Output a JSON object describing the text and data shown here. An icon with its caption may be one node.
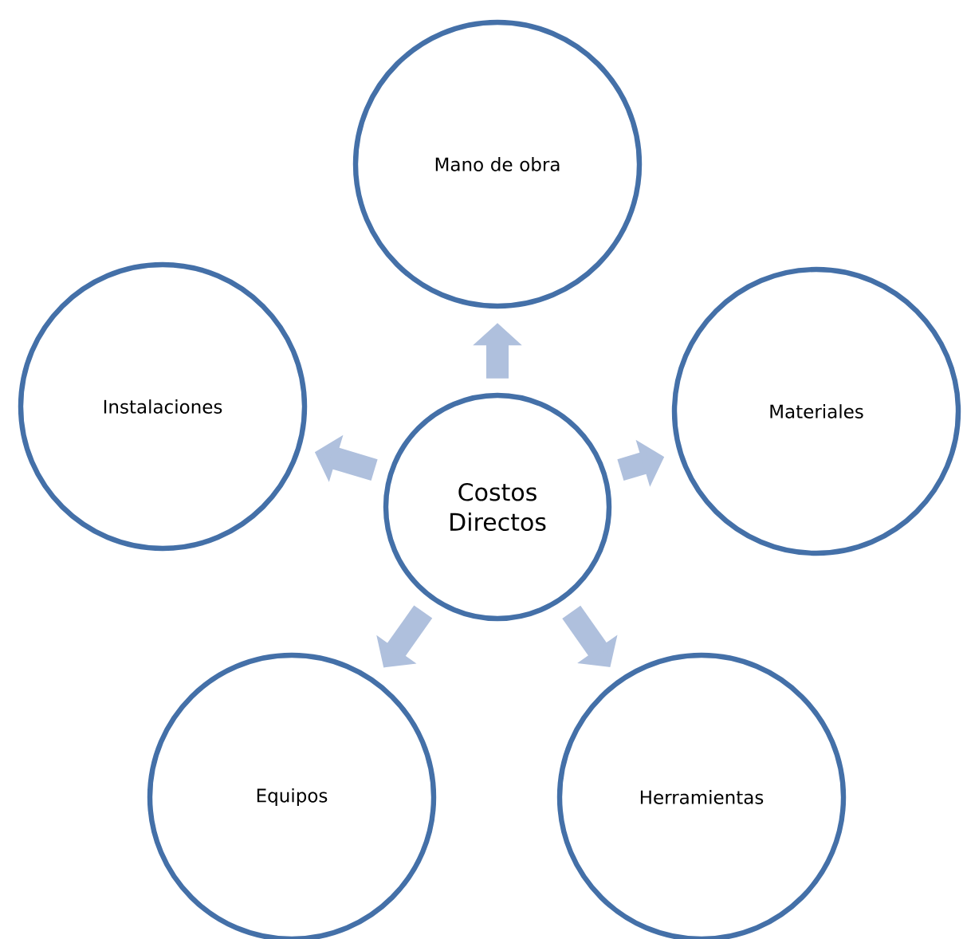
{
  "diagram": {
    "nodes": [
      {
        "text": [
          "Costos Directos"
        ]
      },
      {
        "text": [
          "Mano de obra"
        ]
      },
      {
        "text": [
          "Materiales"
        ]
      },
      {
        "text": [
          "Herramientas"
        ]
      },
      {
        "text": [
          "Equipos"
        ]
      },
      {
        "text": [
          "Instalaciones"
        ]
      }
    ],
    "edges": [
      {
        "from": 0,
        "to": 1,
        "arrow": "to"
      },
      {
        "from": 0,
        "to": 2,
        "arrow": "to"
      },
      {
        "from": 0,
        "to": 3,
        "arrow": "to"
      },
      {
        "from": 0,
        "to": 4,
        "arrow": "to"
      },
      {
        "from": 0,
        "to": 5,
        "arrow": "to"
      }
    ]
  }
}
